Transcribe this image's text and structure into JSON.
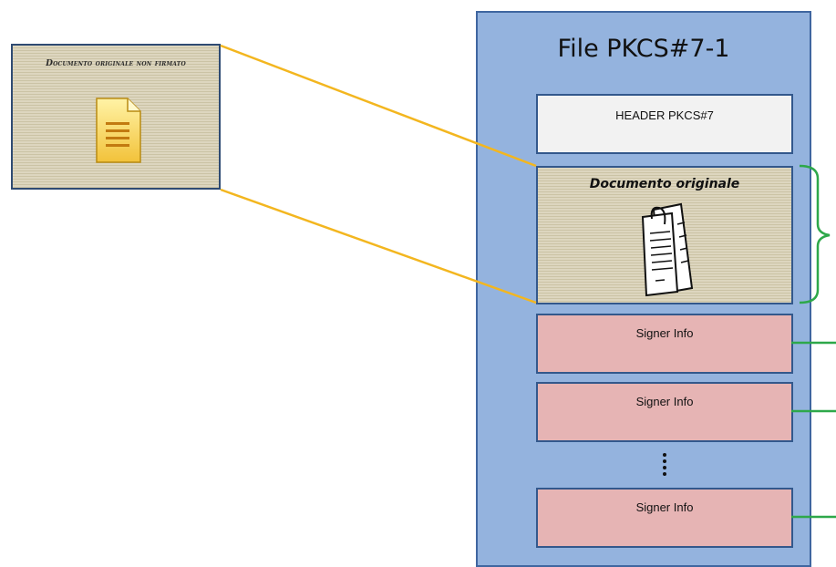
{
  "source_document": {
    "title": "Documento originale non firmato",
    "icon": "document-icon"
  },
  "pkcs_file": {
    "title": "File PKCS#7-1",
    "header_label": "HEADER PKCS#7",
    "original_document_label": "Documento originale",
    "original_document_icon": "clipped-pages-icon",
    "signer_labels": [
      "Signer Info",
      "Signer Info",
      "Signer Info"
    ],
    "continuation": "⋮"
  },
  "colors": {
    "connector_yellow": "#f3b61f",
    "connector_green": "#2ea84a",
    "container_fill": "#94b3de",
    "header_fill": "#f2f2f2",
    "signer_fill": "#e6b4b4"
  }
}
